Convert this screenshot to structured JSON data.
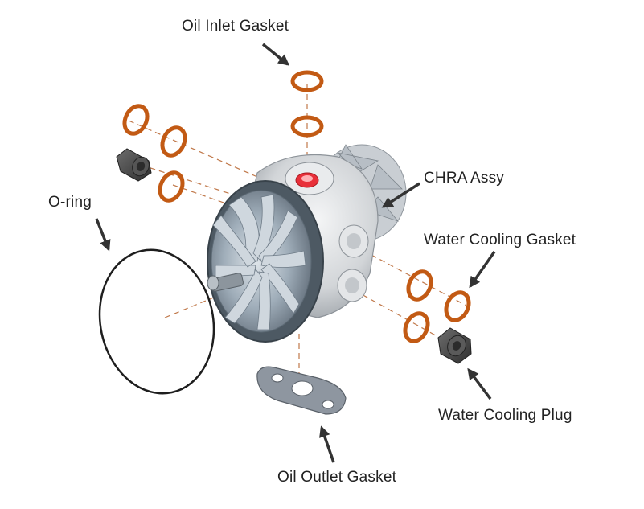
{
  "labels": {
    "oil_inlet_gasket": "Oil Inlet Gasket",
    "chra_assy": "CHRA Assy",
    "o_ring": "O-ring",
    "water_cooling_gasket": "Water Cooling Gasket",
    "water_cooling_plug": "Water Cooling Plug",
    "oil_outlet_gasket": "Oil Outlet Gasket"
  },
  "colors": {
    "gasket": "#c25a14",
    "plug": "#4a4a4a",
    "housing": "#d8dadc",
    "wheel": "#8a9aa8",
    "dash_line": "#c0784a",
    "arrow": "#333333",
    "oil_port": "#e8303a"
  }
}
